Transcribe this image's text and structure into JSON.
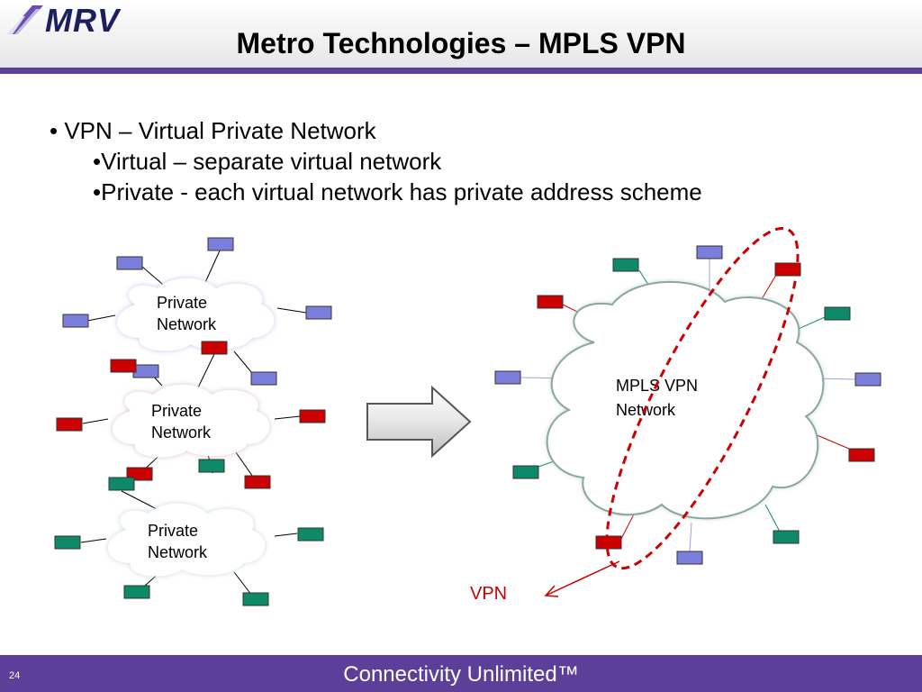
{
  "header": {
    "logo_text": "MRV",
    "title": "Metro Technologies – MPLS VPN"
  },
  "bullets": [
    {
      "text": "• VPN – Virtual Private Network",
      "level": 1
    },
    {
      "text": "•Virtual – separate virtual network",
      "level": 2
    },
    {
      "text": "•Private  - each virtual network has private address scheme",
      "level": 2
    }
  ],
  "diagram": {
    "private_clouds": [
      {
        "line1": "Private",
        "line2": "Network"
      },
      {
        "line1": "Private",
        "line2": "Network"
      },
      {
        "line1": "Private",
        "line2": "Network"
      }
    ],
    "mpls_cloud": {
      "line1": "MPLS VPN",
      "line2": "Network"
    },
    "vpn_label": "VPN"
  },
  "colors": {
    "blue_node": "#7b7fdb",
    "red_node": "#cc0000",
    "green_node": "#0e8a6a",
    "accent": "#5c3f98"
  },
  "footer": {
    "page_number": "24",
    "tagline": "Connectivity Unlimited™"
  }
}
